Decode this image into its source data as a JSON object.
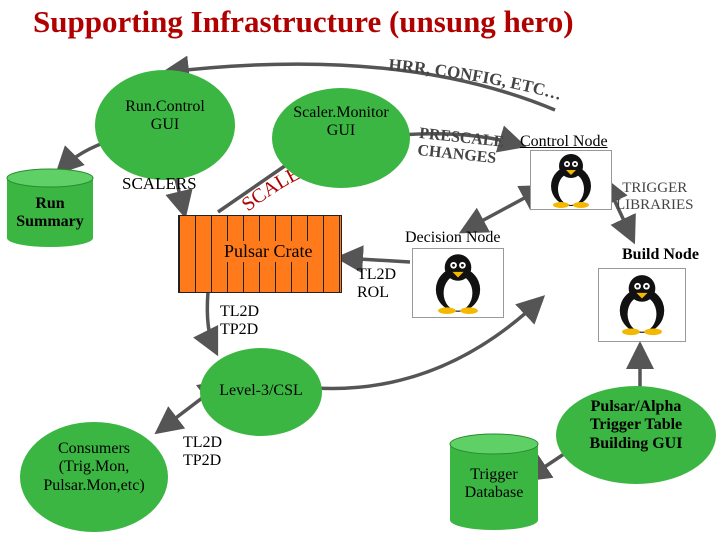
{
  "title": "Supporting Infrastructure (unsung hero)",
  "labels": {
    "hrr_config": "HRR, CONFIG, ETC…",
    "runcontrol_gui": "Run.Control\nGUI",
    "scalermonitor_gui": "Scaler.Monitor\nGUI",
    "prescale_changes": "PRESCALE\nCHANGES",
    "control_node": "Control Node",
    "scalers_left": "SCALERS",
    "scalers_curved": "SCALERS",
    "run_summary": "Run\nSummary",
    "trigger_libraries": "TRIGGER\nLIBRARIES",
    "decision_node": "Decision Node",
    "pulsar_crate": "Pulsar Crate",
    "build_node": "Build Node",
    "tl2d_rol": "TL2D\nROL",
    "tl2d_tp2d_crate": "TL2D\nTP2D",
    "level3_csl": "Level-3/CSL",
    "pulsar_alpha_gui": "Pulsar/Alpha\nTrigger Table\nBuilding GUI",
    "consumers": "Consumers\n(Trig.Mon,\nPulsar.Mon,etc)",
    "tl2d_tp2d_consumers": "TL2D\nTP2D",
    "trigger_database": "Trigger\nDatabase"
  },
  "colors": {
    "title": "#b00000",
    "ellipse": "#3cb643",
    "cylinder": "#3cb643",
    "crate": "#ff7a1a",
    "arrow": "#555555",
    "secondary_text": "#444444"
  },
  "icons": {
    "tux": "linux-penguin-icon"
  }
}
